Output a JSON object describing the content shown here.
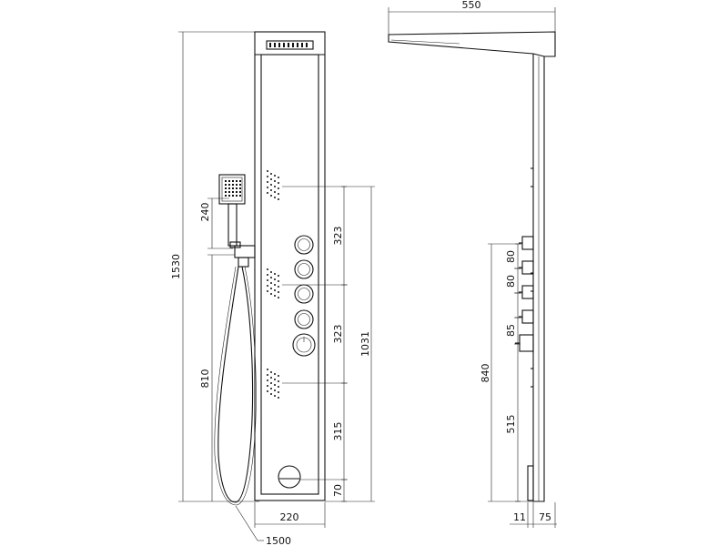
{
  "front_view": {
    "height_total": "1530",
    "hand_shower_height": "240",
    "holder_height": "810",
    "hose_length": "1500",
    "panel_width": "220",
    "gap_jet_1": "323",
    "gap_jet_2": "323",
    "gap_jet_3": "315",
    "gap_bottom": "70",
    "jets_span": "1031"
  },
  "side_view": {
    "depth_top": "550",
    "control_gap_1": "80",
    "control_gap_2": "80",
    "control_gap_3": "85",
    "control_span": "840",
    "bottom_offset": "515",
    "wall_gap": "11",
    "panel_depth": "75"
  }
}
